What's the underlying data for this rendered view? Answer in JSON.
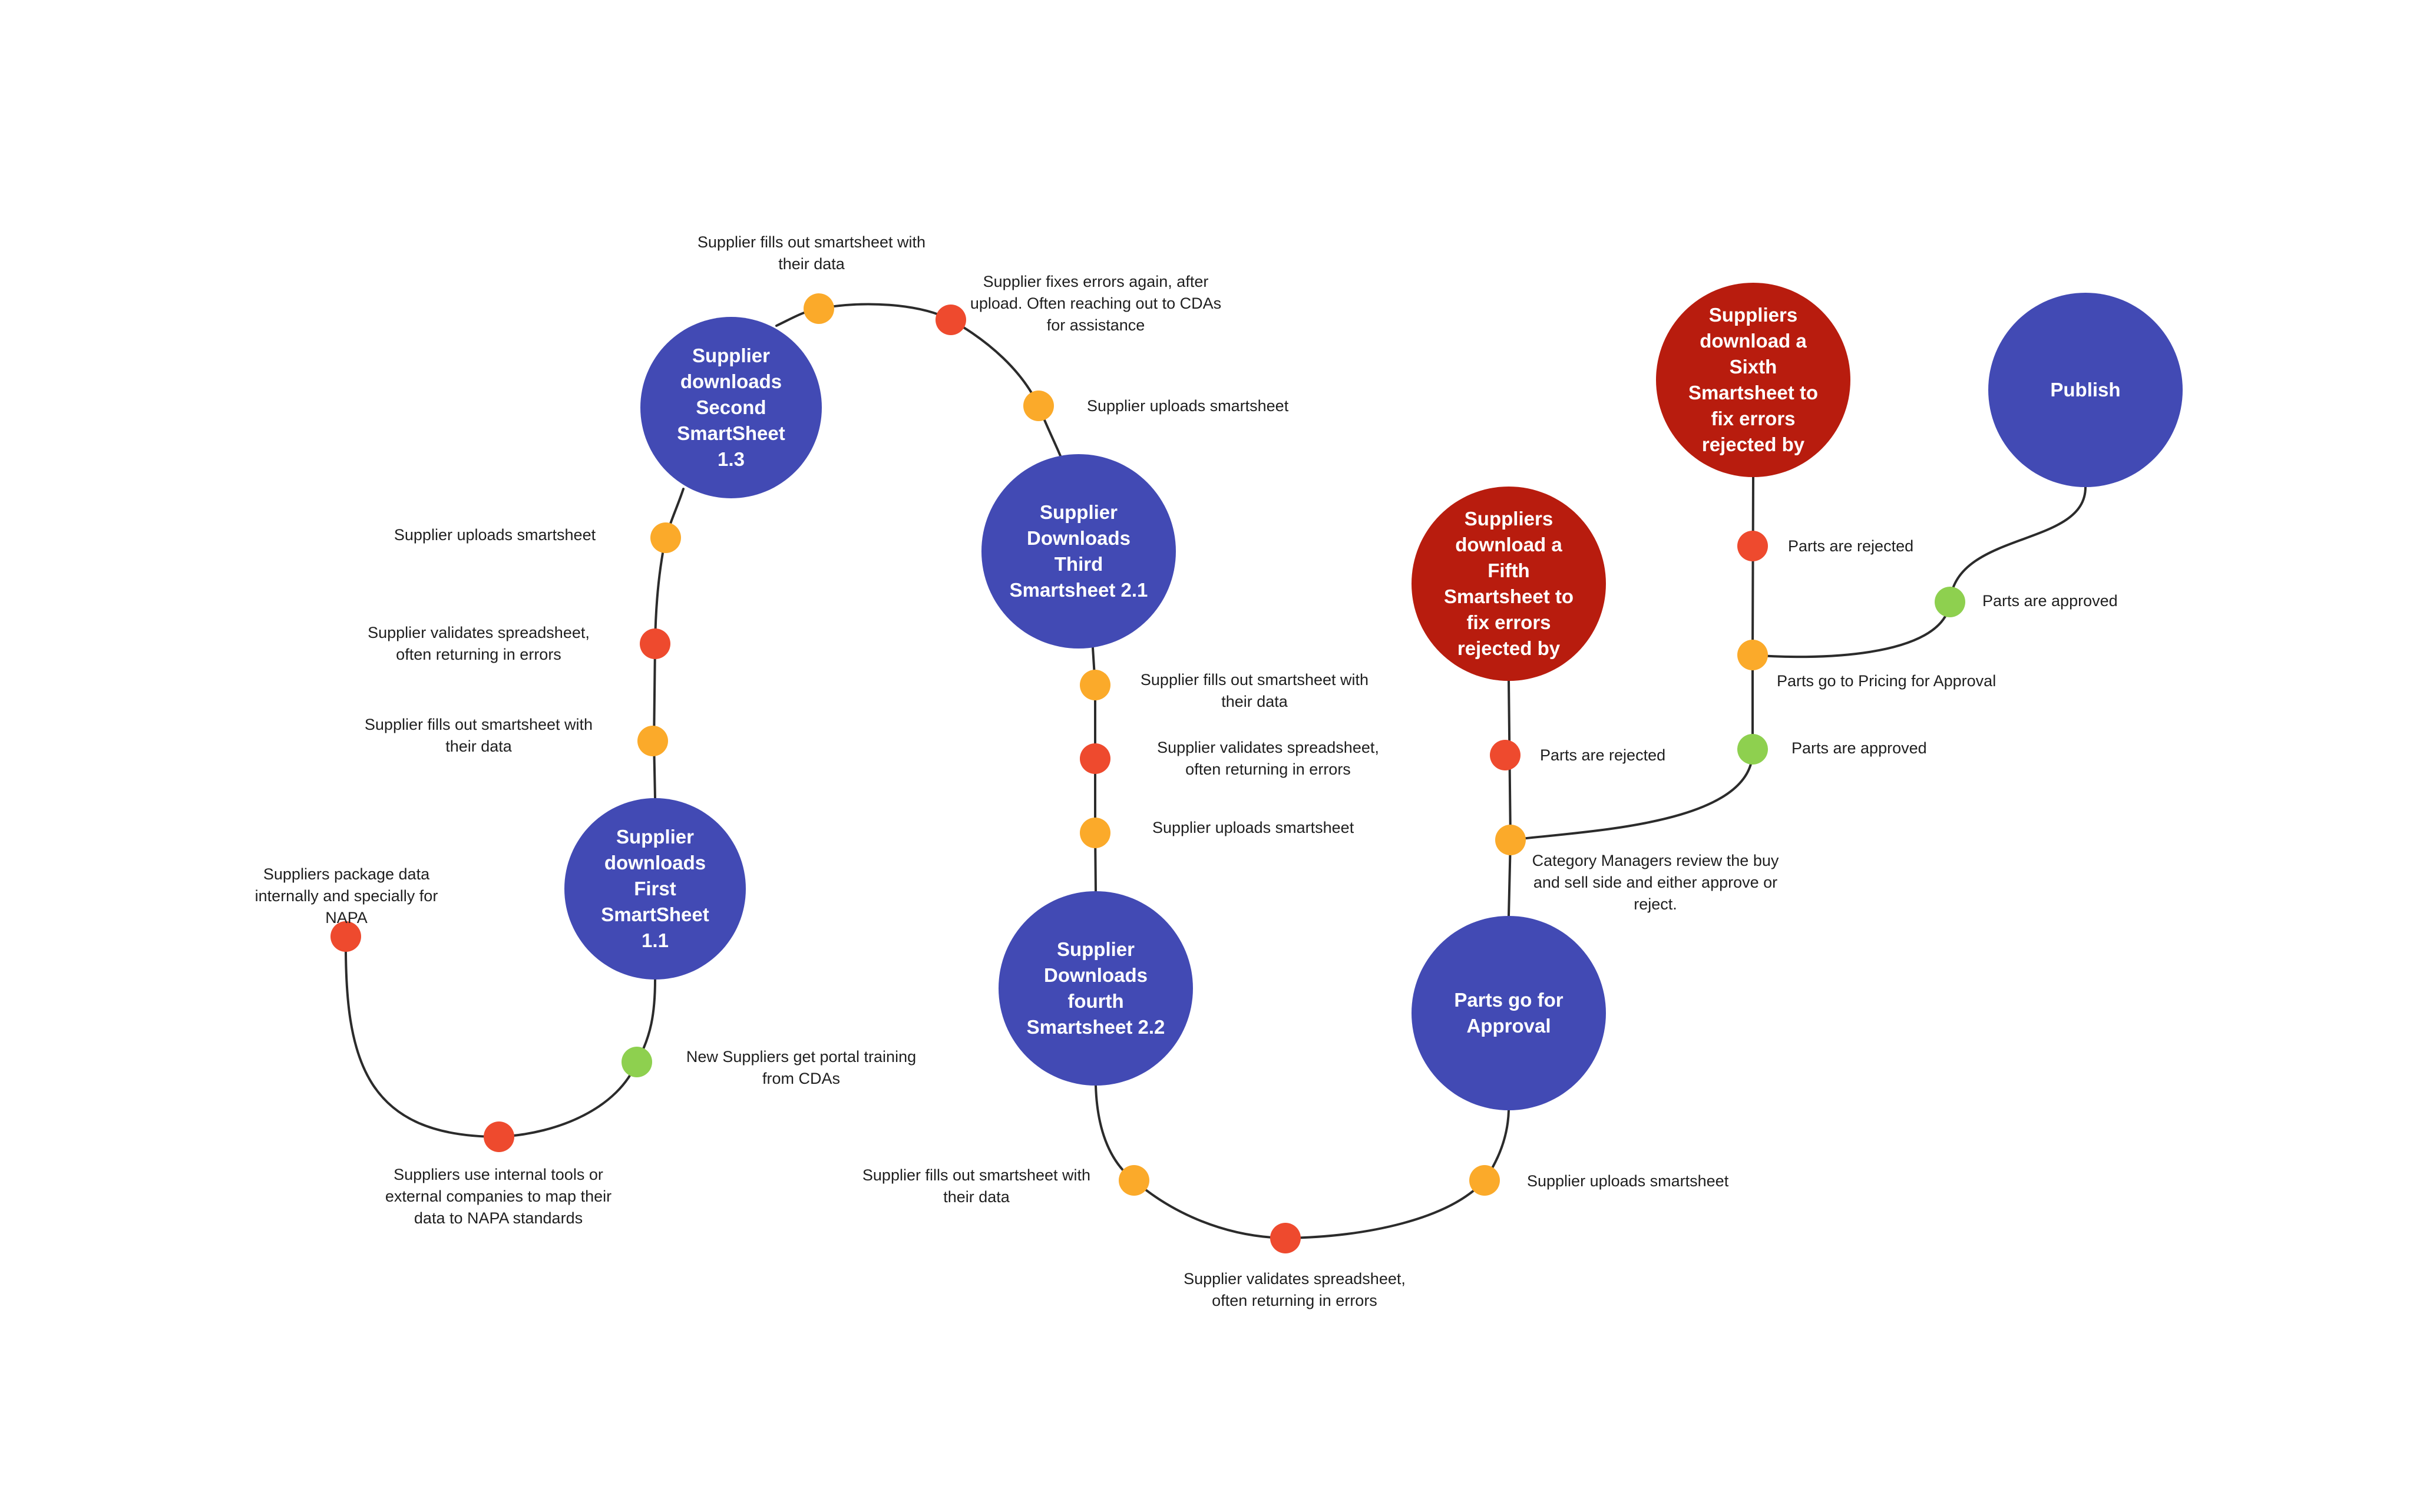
{
  "colors": {
    "blue": "#424AB4",
    "dark_red": "#B81C0E",
    "orange": "#FBAA2A",
    "red": "#EE4A2E",
    "green": "#8ED04F",
    "line": "#2b2b2b"
  },
  "nodes": {
    "first_smartsheet": "Supplier downloads First SmartSheet 1.1",
    "second_smartsheet": "Supplier downloads Second SmartSheet 1.3",
    "third_smartsheet": "Supplier Downloads Third Smartsheet 2.1",
    "fourth_smartsheet": "Supplier Downloads fourth Smartsheet 2.2",
    "parts_approval": "Parts go for Approval",
    "fifth_smartsheet": "Suppliers download a Fifth Smartsheet to fix errors rejected by",
    "sixth_smartsheet": "Suppliers download a Sixth Smartsheet to fix errors rejected by",
    "publish": "Publish"
  },
  "steps": {
    "package_data": "Suppliers package data internally and specially for NAPA",
    "internal_tools": "Suppliers use internal tools or external companies to map their data to NAPA standards",
    "portal_training": "New Suppliers get portal training from CDAs",
    "fill_1": "Supplier fills out smartsheet with their data",
    "validate_1": "Supplier validates spreadsheet, often returning in errors",
    "upload_1": "Supplier uploads smartsheet",
    "fill_2": "Supplier fills out smartsheet with their data",
    "fix_errors": "Supplier fixes errors again, after upload. Often reaching out to CDAs for assistance",
    "upload_2": "Supplier uploads smartsheet",
    "fill_3": "Supplier fills out smartsheet with their data",
    "validate_3": "Supplier validates spreadsheet, often returning in errors",
    "upload_3": "Supplier uploads smartsheet",
    "fill_4": "Supplier fills out smartsheet with their data",
    "validate_4": "Supplier validates spreadsheet, often returning in errors",
    "upload_4": "Supplier uploads smartsheet",
    "category_review": "Category Managers review the buy and sell side and either approve or reject.",
    "rejected_5": "Parts are rejected",
    "approved_1": "Parts are approved",
    "pricing_approval": "Parts go to Pricing for Approval",
    "rejected_6": "Parts are rejected",
    "approved_2": "Parts are approved"
  }
}
